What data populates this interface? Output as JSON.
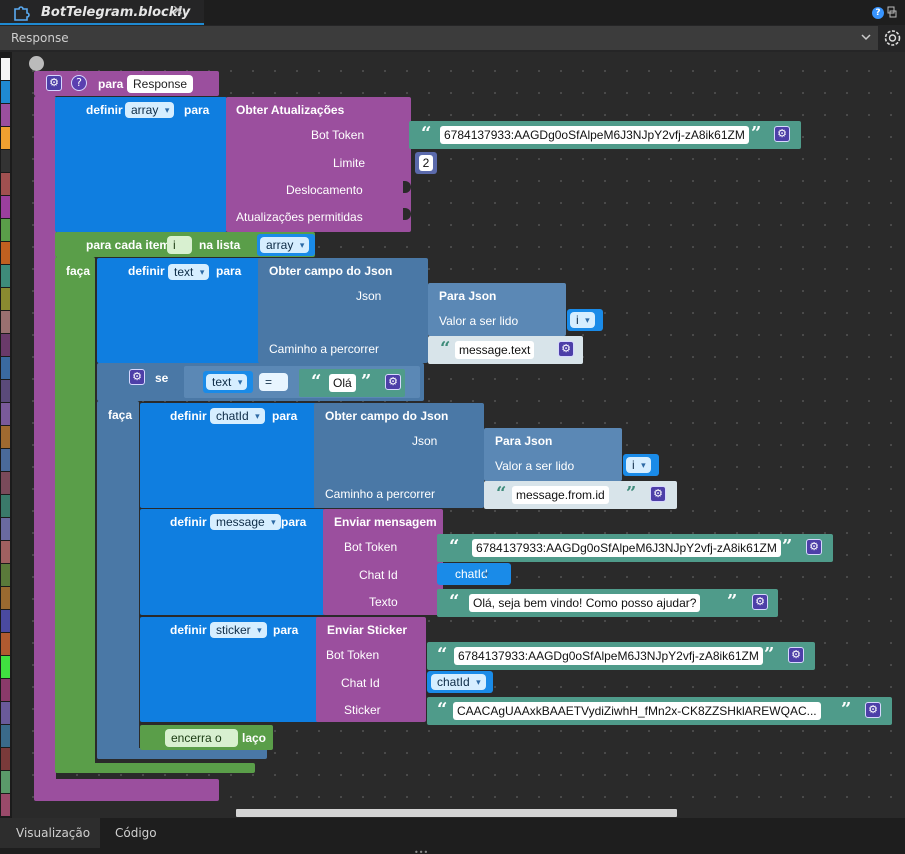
{
  "tab": {
    "title": "BotTelegram.blockly",
    "close": "✕",
    "help": "?"
  },
  "selector": {
    "value": "Response"
  },
  "procedure": {
    "label": "para",
    "name": "Response"
  },
  "set_array": {
    "label": "definir",
    "var": "array",
    "para": "para",
    "call": "Obter Atualizações",
    "params": [
      "Bot Token",
      "Limite",
      "Deslocamento",
      "Atualizações permitidas"
    ],
    "token": "6784137933:AAGDg0oSfAlpeM6J3NJpY2vfj-zA8ik61ZM",
    "limit": "2"
  },
  "foreach": {
    "label": "para cada item",
    "var": "i",
    "in_list": "na lista",
    "list": "array",
    "do": "faça"
  },
  "set_text": {
    "label": "definir",
    "var": "text",
    "para": "para",
    "call": "Obter campo do Json",
    "json_label": "Json",
    "path_label": "Caminho a percorrer",
    "parse": "Para Json",
    "read_label": "Valor a ser lido",
    "read_var": "i",
    "path": "message.text"
  },
  "if": {
    "label": "se",
    "do": "faça",
    "var": "text",
    "op": "=",
    "value": "Olá"
  },
  "set_chat": {
    "label": "definir",
    "var": "chatId",
    "para": "para",
    "call": "Obter campo do Json",
    "json_label": "Json",
    "path_label": "Caminho a percorrer",
    "parse": "Para Json",
    "read_label": "Valor a ser lido",
    "read_var": "i",
    "path": "message.from.id"
  },
  "set_message": {
    "label": "definir",
    "var": "message",
    "para": "para",
    "call": "Enviar mensagem",
    "params": [
      "Bot Token",
      "Chat Id",
      "Texto"
    ],
    "token": "6784137933:AAGDg0oSfAlpeM6J3NJpY2vfj-zA8ik61ZM",
    "chat_var": "chatId",
    "text": "Olá, seja bem vindo! Como posso ajudar?"
  },
  "set_sticker": {
    "label": "definir",
    "var": "sticker",
    "para": "para",
    "call": "Enviar Sticker",
    "params": [
      "Bot Token",
      "Chat Id",
      "Sticker"
    ],
    "token": "6784137933:AAGDg0oSfAlpeM6J3NJpY2vfj-zA8ik61ZM",
    "chat_var": "chatId",
    "sticker": "CAACAgUAAxkBAAETVydiZiwhH_fMn2x-CK8ZZSHklAREWQAC..."
  },
  "break": {
    "label": "encerra o",
    "option": "laço"
  },
  "bottom_tabs": [
    "Visualização",
    "Código"
  ],
  "toolbox_colors": [
    "#f5f5f5",
    "#1f8ad2",
    "#9b4f9e",
    "#f0a030",
    "#333",
    "#a05050",
    "#9b3f9e",
    "#5a9e49",
    "#c06020",
    "#3e8b7a",
    "#8a8a30",
    "#9a7070",
    "#6a3a6a",
    "#3a6aa0",
    "#5a4a7a",
    "#7a5a9a",
    "#a06a30",
    "#4a6a9a",
    "#7a4a5a",
    "#3a7a6a",
    "#6a6aa0",
    "#a06060",
    "#5a7a3a",
    "#9a6a30",
    "#4a4aa0",
    "#b05a30",
    "#40e040",
    "#8a3a6a",
    "#6a5a9a",
    "#3a6a8a",
    "#7a3a3a",
    "#5a9a6a",
    "#9a4a6a",
    "#3a3aa0",
    "#b04a4a",
    "#6a8a4a",
    "#c07a40"
  ]
}
